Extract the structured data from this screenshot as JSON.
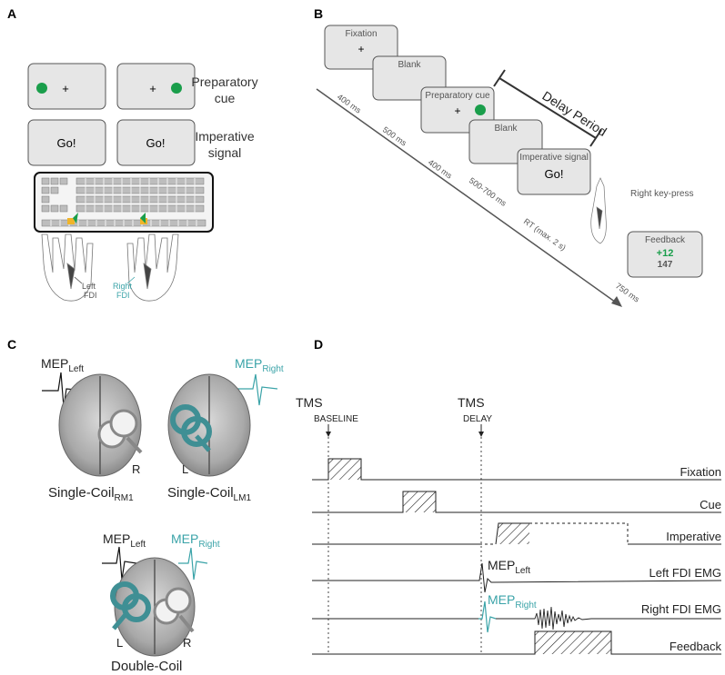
{
  "panels": {
    "a": "A",
    "b": "B",
    "c": "C",
    "d": "D"
  },
  "panel_a": {
    "fixation_symbol": "+",
    "preparatory_cue_line1": "Preparatory",
    "preparatory_cue_line2": "cue",
    "imperative_line1": "Imperative",
    "imperative_line2": "signal",
    "go_text": "Go!",
    "left_label_1": "Left",
    "left_label_2": "FDI",
    "right_label_1": "Right",
    "right_label_2": "FDI",
    "colors": {
      "green": "#1a9e4b",
      "teal": "#3aa3a8",
      "screen": "#e6e6e6"
    }
  },
  "panel_b": {
    "screens": {
      "fixation": "Fixation",
      "fixation_symbol": "+",
      "blank1": "Blank",
      "prep_cue": "Preparatory cue",
      "prep_symbol": "+",
      "blank2": "Blank",
      "imperative": "Imperative signal",
      "go": "Go!",
      "feedback": "Feedback",
      "feedback_score": "+12",
      "feedback_total": "147"
    },
    "delay_period": "Delay Period",
    "right_keypress": "Right key-press",
    "durations": [
      "400 ms",
      "500 ms",
      "400 ms",
      "500-700 ms",
      "RT (max. 2 s)",
      "750 ms"
    ]
  },
  "panel_c": {
    "mep": "MEP",
    "left_sub": "Left",
    "right_sub": "Right",
    "single_coil": "Single-Coil",
    "rm1": "RM1",
    "lm1": "LM1",
    "double_coil": "Double-Coil",
    "r": "R",
    "l": "L"
  },
  "panel_d": {
    "tms1": "TMS",
    "tms2": "TMS",
    "baseline": "BASELINE",
    "delay": "DELAY",
    "rows": [
      "Fixation",
      "Cue",
      "Imperative",
      "Left FDI EMG",
      "Right FDI EMG",
      "Feedback"
    ],
    "mep": "MEP",
    "left_sub": "Left",
    "right_sub": "Right"
  }
}
